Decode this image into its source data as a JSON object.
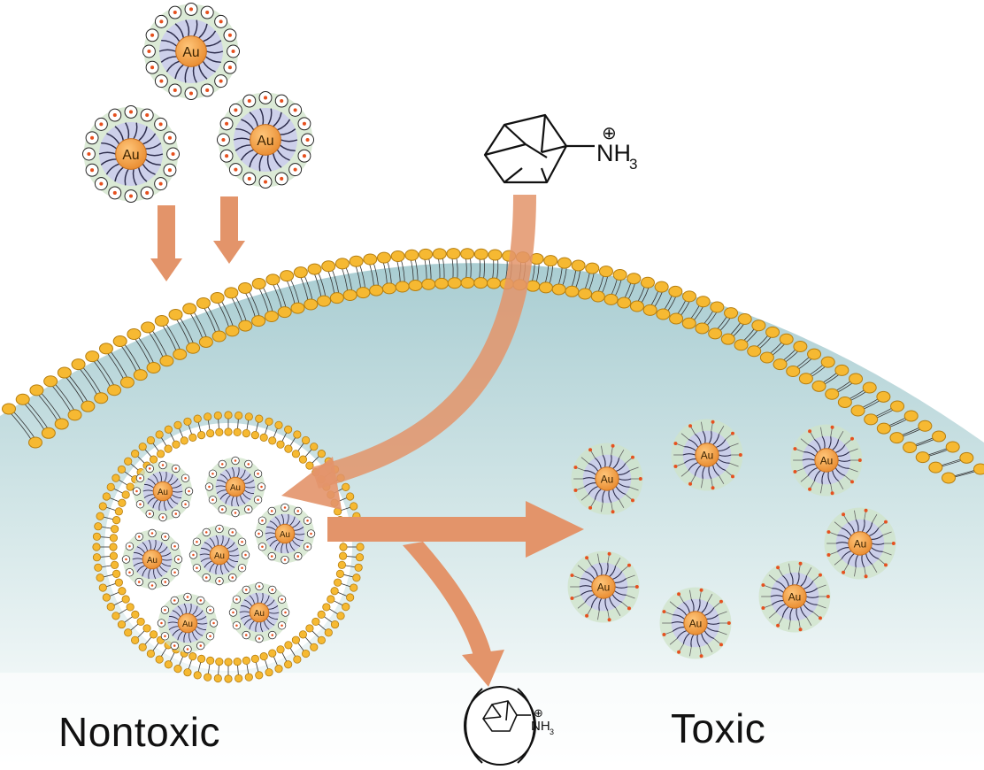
{
  "labels": {
    "left": "Nontoxic",
    "right": "Toxic"
  },
  "molecule": {
    "amine": "NH",
    "subscript": "3",
    "charge": "⊕"
  },
  "nanoparticle_core": "Au",
  "colors": {
    "core": "#f0a04b",
    "core_stroke": "#c76f1e",
    "lipid_head": "#f6b932",
    "lipid_stroke": "#b57e10",
    "arrow": "#e3946a",
    "corona": "#cfe3c8",
    "ligand": "#2b2b4a",
    "cytoplasm": "#b8d7db"
  }
}
